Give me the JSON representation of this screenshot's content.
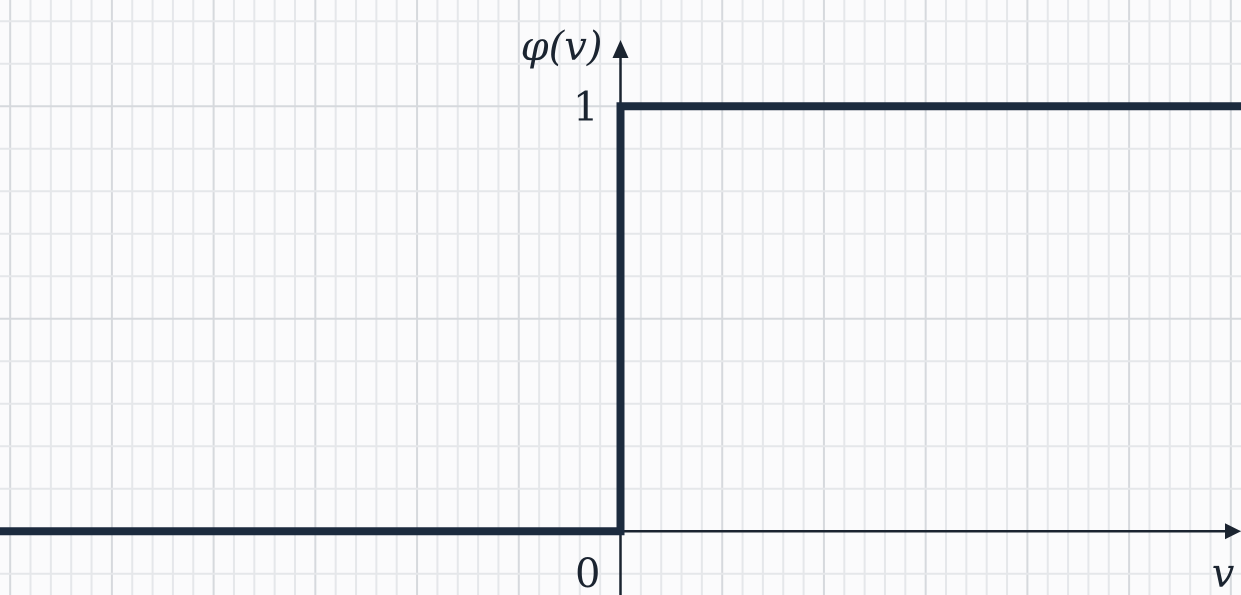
{
  "chart_data": {
    "type": "line",
    "title": "",
    "xlabel": "v",
    "ylabel": "φ(v)",
    "grid": true,
    "xlim": [
      -6.1,
      6.1
    ],
    "ylim": [
      -0.15,
      1.25
    ],
    "ytick_labels": [
      {
        "value": 1,
        "label": "1"
      }
    ],
    "origin_label": "0",
    "series": [
      {
        "color": "#1c2b3e",
        "x": [
          -6.1,
          0,
          0,
          6.1
        ],
        "y": [
          0,
          0,
          1,
          1
        ]
      }
    ]
  }
}
